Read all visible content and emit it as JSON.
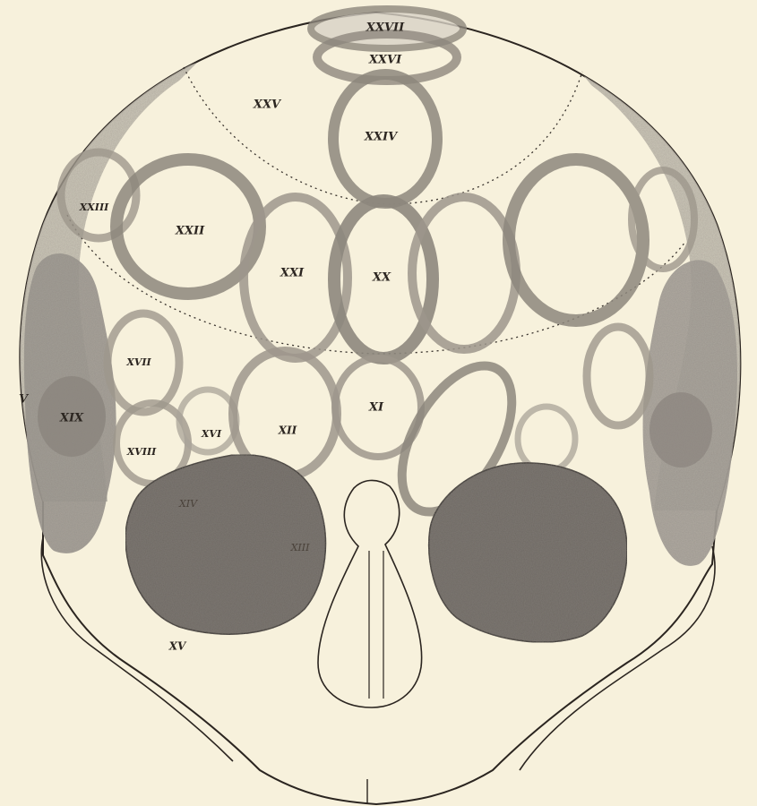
{
  "figure": {
    "labels": {
      "xxvii": "XXVII",
      "xxvi": "XXVI",
      "xxv": "XXV",
      "xxiv": "XXIV",
      "xxiii": "XXIII",
      "xxii": "XXII",
      "xxi": "XXI",
      "xx": "XX",
      "xvii": "XVII",
      "xi": "XI",
      "v": "V",
      "xix": "XIX",
      "xvi": "XVI",
      "xii": "XII",
      "xviii": "XVIII",
      "xiv": "XIV",
      "xiii": "XIII",
      "xv": "XV"
    },
    "colors": {
      "paper": "#f7f1dc",
      "ink": "#2b2520",
      "region_shade": "#b9b3a8",
      "orbit_shade": "#6e6963"
    }
  }
}
